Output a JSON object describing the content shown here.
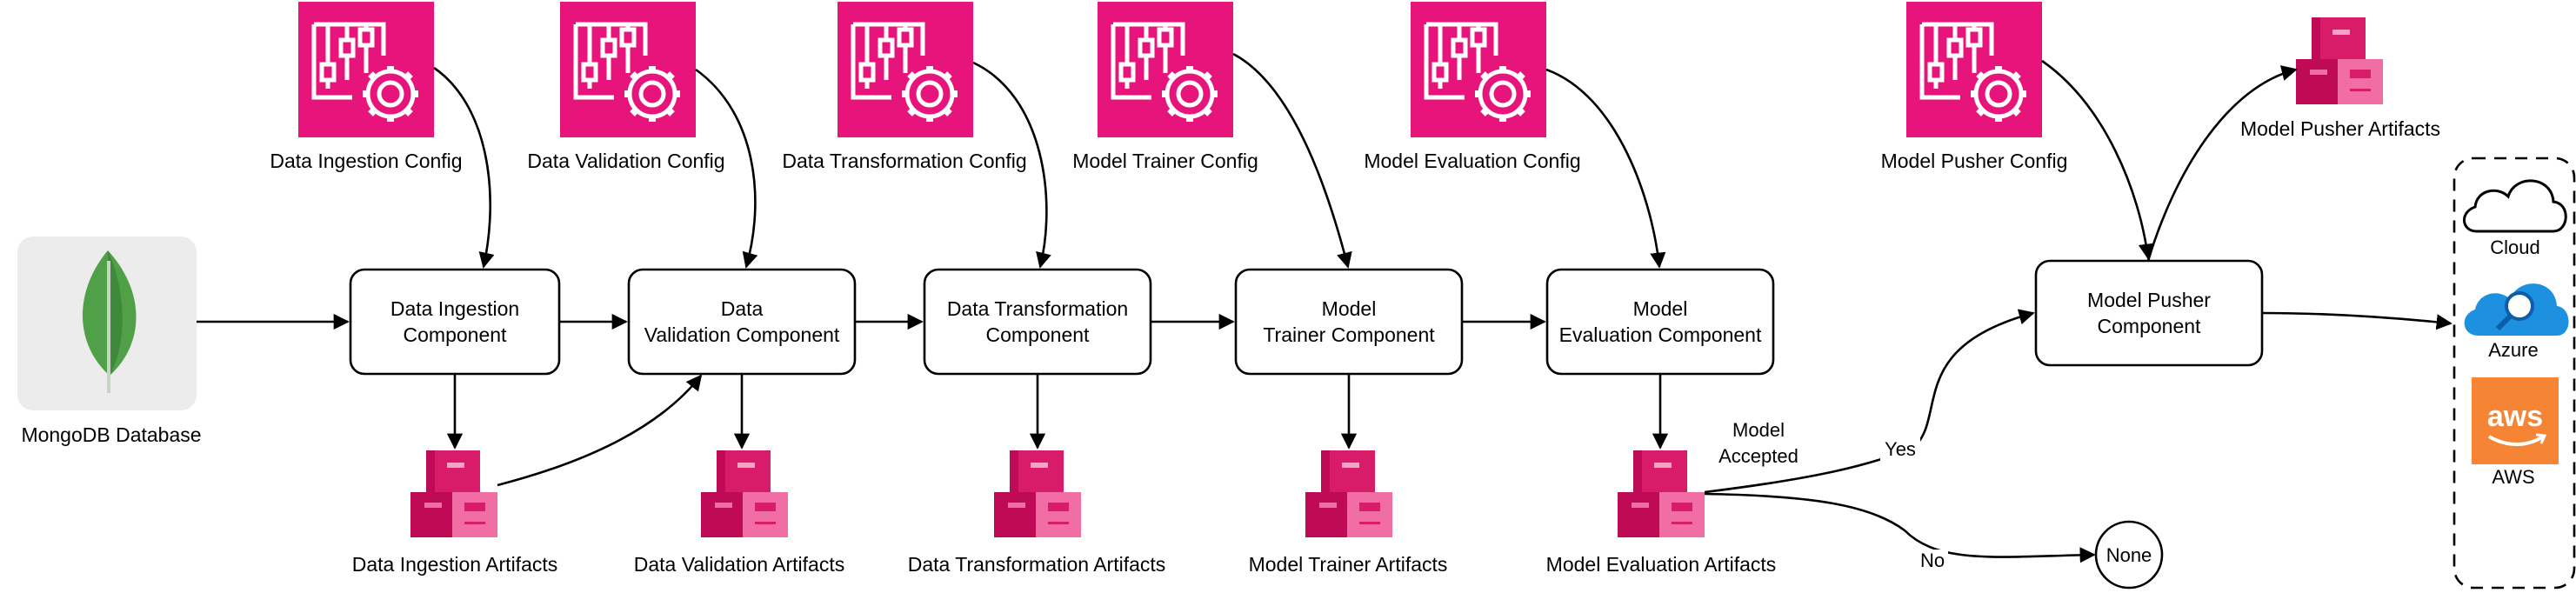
{
  "source": {
    "label": "MongoDB Database",
    "icon": "mongodb-leaf-icon"
  },
  "configs": [
    {
      "label": "Data Ingestion Config",
      "icon": "config-sliders-gear-icon"
    },
    {
      "label": "Data Validation Config",
      "icon": "config-sliders-gear-icon"
    },
    {
      "label": "Data Transformation Config",
      "icon": "config-sliders-gear-icon"
    },
    {
      "label": "Model Trainer Config",
      "icon": "config-sliders-gear-icon"
    },
    {
      "label": "Model Evaluation Config",
      "icon": "config-sliders-gear-icon"
    },
    {
      "label": "Model Pusher Config",
      "icon": "config-sliders-gear-icon"
    }
  ],
  "components": [
    {
      "line1": "Data Ingestion",
      "line2": "Component"
    },
    {
      "line1": "Data",
      "line2": "Validation Component"
    },
    {
      "line1": "Data Transformation",
      "line2": "Component"
    },
    {
      "line1": "Model",
      "line2": "Trainer Component"
    },
    {
      "line1": "Model",
      "line2": "Evaluation Component"
    },
    {
      "line1": "Model Pusher",
      "line2": "Component"
    }
  ],
  "artifacts": [
    {
      "label": "Data Ingestion Artifacts",
      "icon": "artifact-boxes-icon"
    },
    {
      "label": "Data Validation Artifacts",
      "icon": "artifact-boxes-icon"
    },
    {
      "label": "Data Transformation Artifacts",
      "icon": "artifact-boxes-icon"
    },
    {
      "label": "Model Trainer Artifacts",
      "icon": "artifact-boxes-icon"
    },
    {
      "label": "Model Evaluation Artifacts",
      "icon": "artifact-boxes-icon"
    },
    {
      "label": "Model Pusher Artifacts",
      "icon": "artifact-boxes-icon"
    }
  ],
  "decision": {
    "question_line1": "Model",
    "question_line2": "Accepted",
    "yes_label": "Yes",
    "no_label": "No",
    "no_target": "None"
  },
  "destinations": [
    {
      "label": "Cloud",
      "icon": "cloud-icon"
    },
    {
      "label": "Azure",
      "icon": "azure-magnifier-icon"
    },
    {
      "label": "AWS",
      "icon": "aws-logo-icon"
    }
  ],
  "colors": {
    "config_icon": "#E7157B",
    "artifact_dark": "#BF0B56",
    "artifact_mid": "#D81C6A",
    "artifact_light": "#F06EA3",
    "mongodb_leaf": "#4FA047",
    "azure": "#1E90E0",
    "aws": "#F58534"
  }
}
